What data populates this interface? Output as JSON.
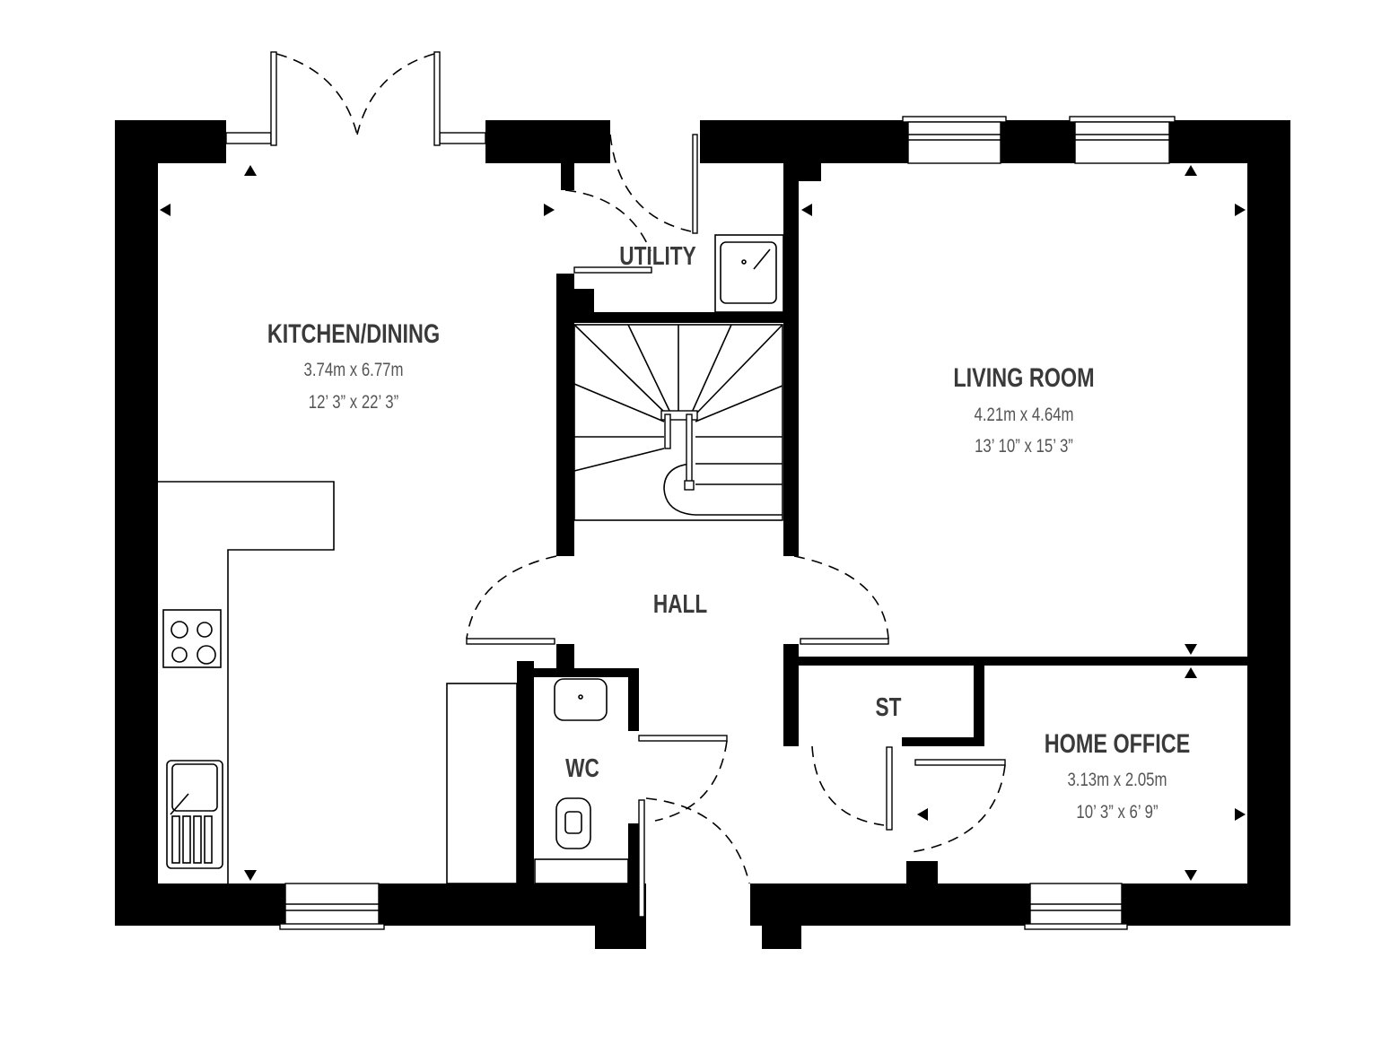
{
  "rooms": {
    "kitchen": {
      "name": "KITCHEN/DINING",
      "metric": "3.74m x 6.77m",
      "imperial": "12’ 3” x 22’ 3”"
    },
    "utility": {
      "name": "UTILITY"
    },
    "living": {
      "name": "LIVING ROOM",
      "metric": "4.21m x 4.64m",
      "imperial": "13’ 10” x 15’ 3”"
    },
    "hall": {
      "name": "HALL"
    },
    "wc": {
      "name": "WC"
    },
    "store": {
      "name": "ST"
    },
    "office": {
      "name": "HOME OFFICE",
      "metric": "3.13m x 2.05m",
      "imperial": "10’ 3” x 6’ 9”"
    }
  },
  "colors": {
    "wall": "#000000",
    "label": "#3a3a3a",
    "dimension": "#555555"
  }
}
